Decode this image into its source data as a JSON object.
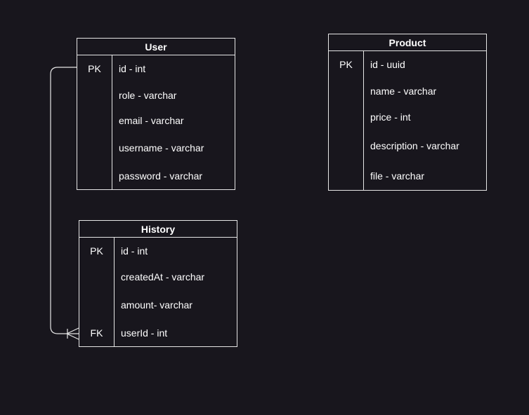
{
  "entities": {
    "user": {
      "title": "User",
      "rows": [
        {
          "key": "PK",
          "attr": "id - int"
        },
        {
          "key": "",
          "attr": "role - varchar"
        },
        {
          "key": "",
          "attr": "email - varchar"
        },
        {
          "key": "",
          "attr": "username - varchar"
        },
        {
          "key": "",
          "attr": "password - varchar"
        }
      ]
    },
    "product": {
      "title": "Product",
      "rows": [
        {
          "key": "PK",
          "attr": "id - uuid"
        },
        {
          "key": "",
          "attr": "name - varchar"
        },
        {
          "key": "",
          "attr": "price - int"
        },
        {
          "key": "",
          "attr": "description - varchar"
        },
        {
          "key": "",
          "attr": "file - varchar"
        }
      ]
    },
    "history": {
      "title": "History",
      "rows": [
        {
          "key": "PK",
          "attr": "id - int"
        },
        {
          "key": "",
          "attr": "createdAt - varchar"
        },
        {
          "key": "",
          "attr": "amount- varchar"
        },
        {
          "key": "FK",
          "attr": "userId - int"
        }
      ]
    }
  },
  "relationships": [
    {
      "from": "user.id",
      "to": "history.userId",
      "from_cardinality": "one",
      "to_cardinality": "many"
    }
  ],
  "colors": {
    "background": "#18161d",
    "line": "#e6e6e6",
    "text": "#ffffff"
  }
}
